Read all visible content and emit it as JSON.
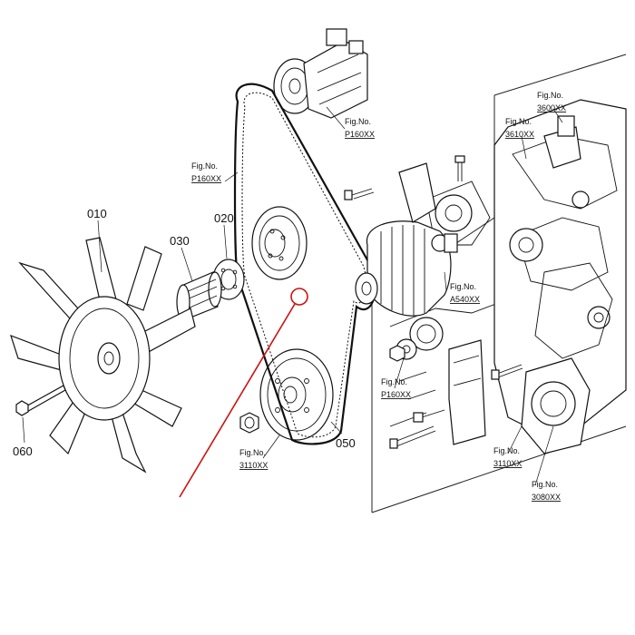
{
  "callouts": {
    "fan": "010",
    "pulley": "020",
    "spacer": "030",
    "belt": "050",
    "bolt": "060"
  },
  "fig_refs": {
    "label": "Fig.No.",
    "compressor": "P160XX",
    "belt_idler": "P160XX",
    "tensioner": "P160XX",
    "alternator": "A540XX",
    "water_pump": "3600XX",
    "thermostat": "3610XX",
    "crank_pulley": "3110XX",
    "crank_hub": "3110XX",
    "gear_case": "3080XX"
  },
  "colors": {
    "line": "#111111",
    "highlight": "#cc1111",
    "background": "#ffffff"
  }
}
